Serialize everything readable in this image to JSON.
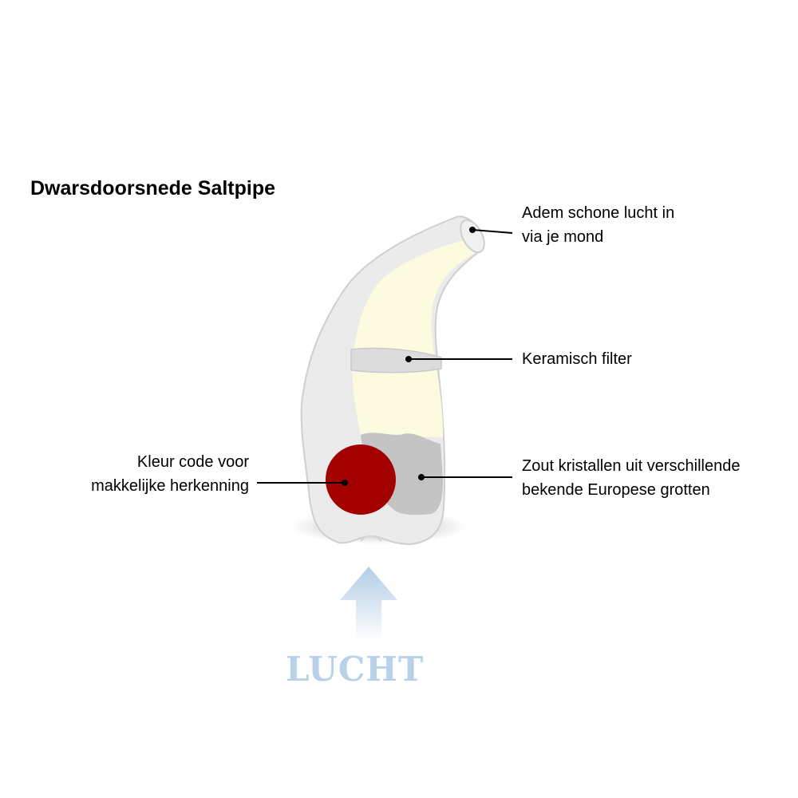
{
  "title": "Dwarsdoorsnede Saltpipe",
  "labels": {
    "mouth": [
      "Adem schone lucht in",
      "via je mond"
    ],
    "filter": [
      "Keramisch filter"
    ],
    "salt": [
      "Zout kristallen uit verschillende",
      "bekende Europese grotten"
    ],
    "color_code": [
      "Kleur code voor",
      "makkelijke herkenning"
    ]
  },
  "air_label": "LUCHT",
  "colors": {
    "pipe_body": "#ebebeb",
    "inner_chamber": "#fcfbe0",
    "filter": "#dcdcdc",
    "salt": "#c4c4c4",
    "color_code_dot": "#a30000",
    "arrow": "#b9d1e8"
  }
}
